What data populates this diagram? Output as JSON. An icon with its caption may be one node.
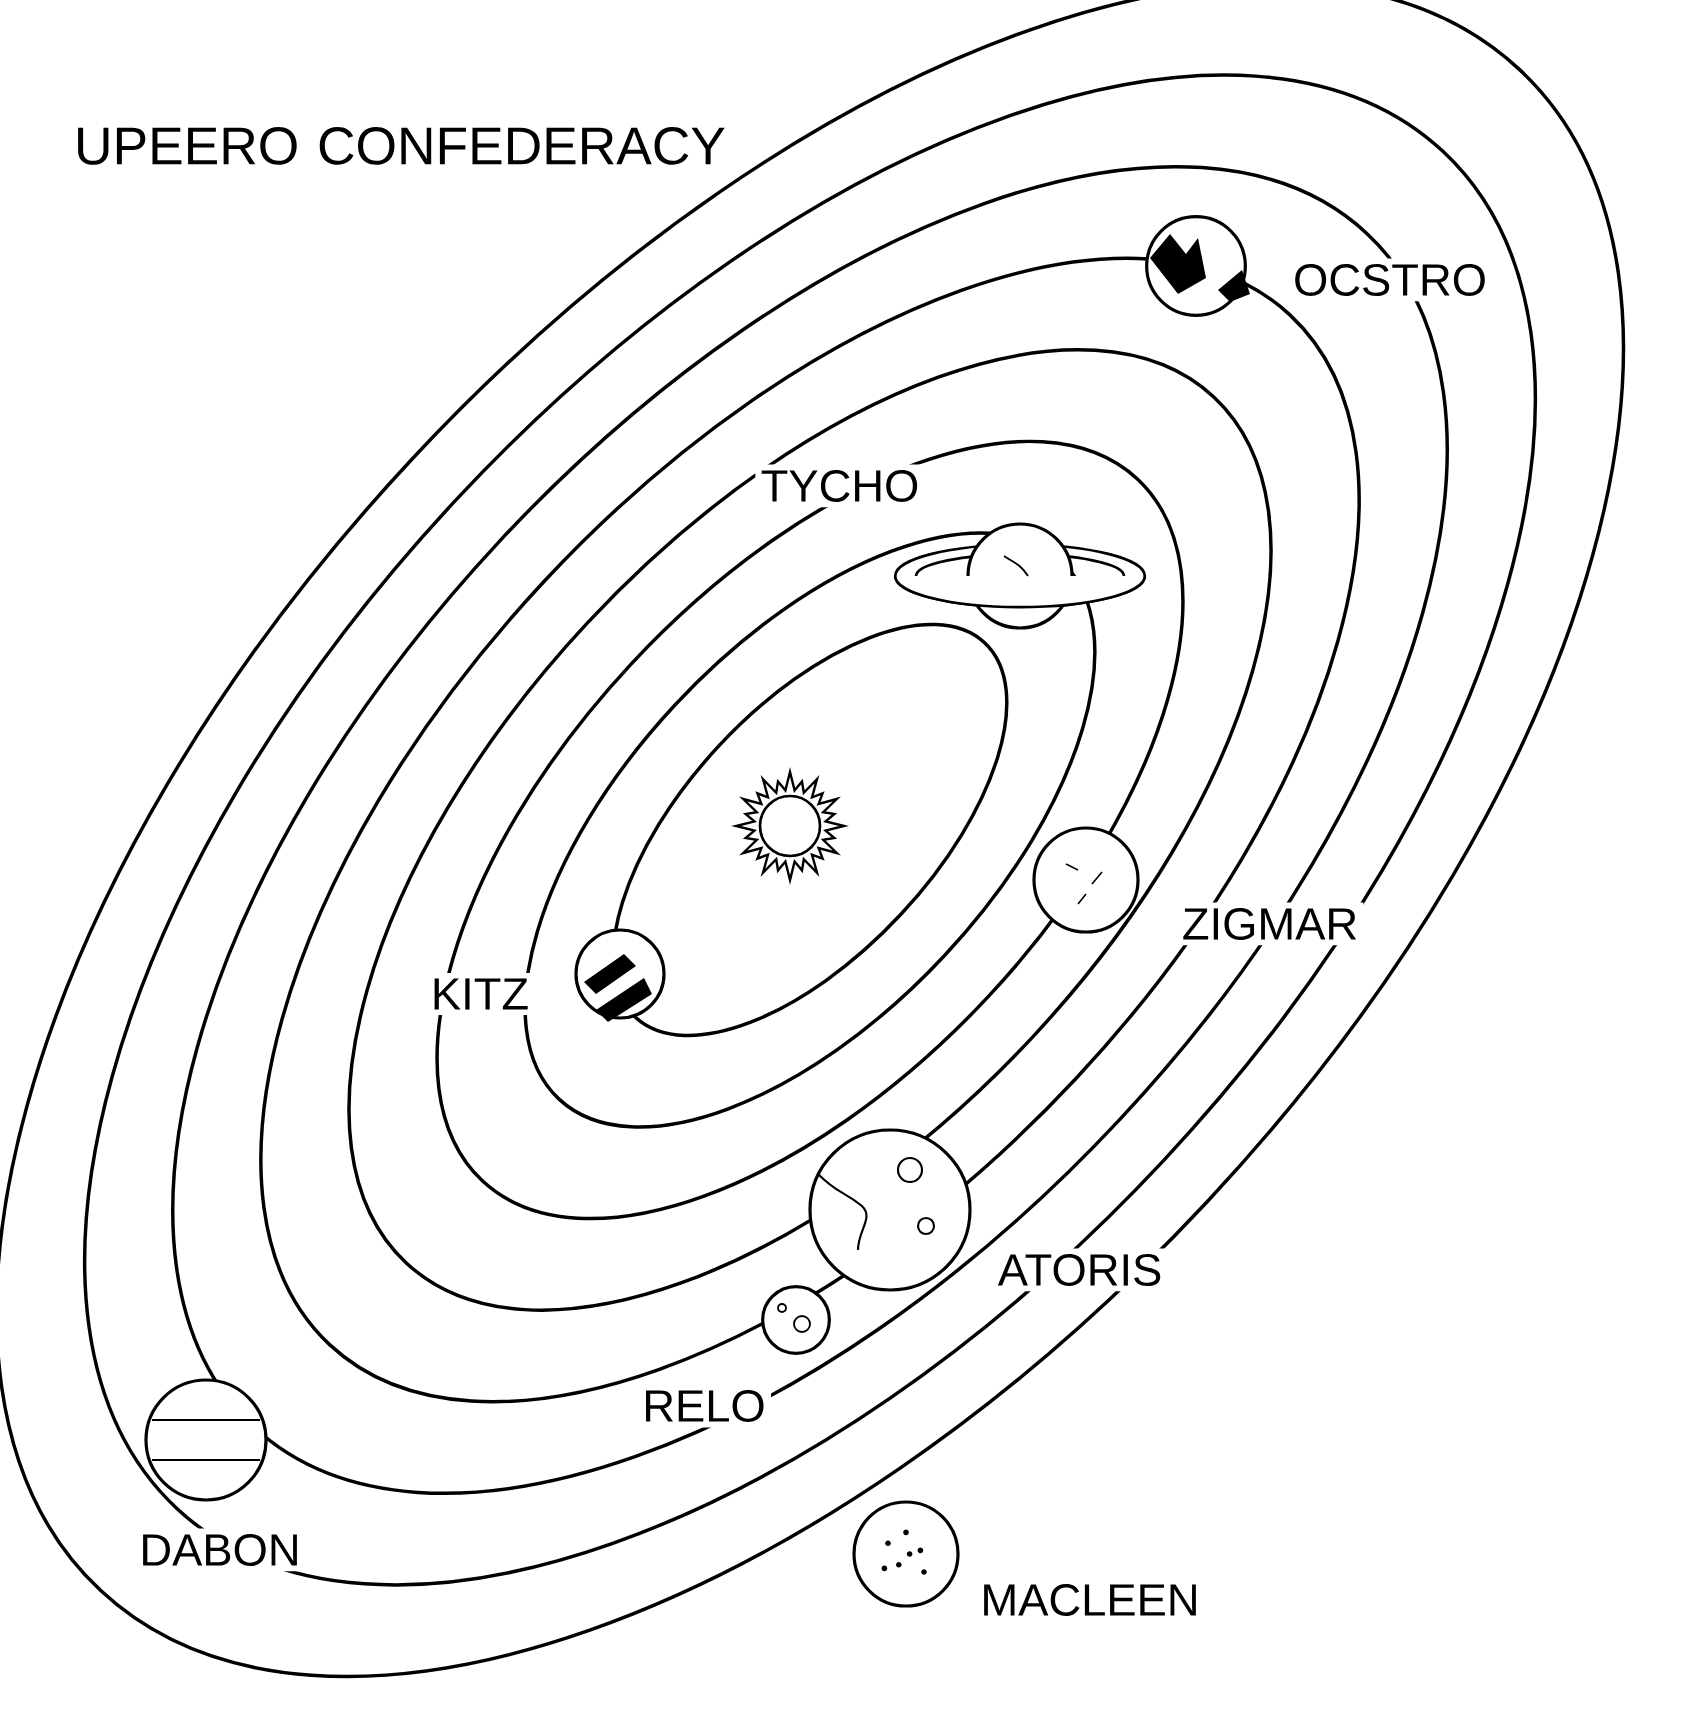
{
  "diagram": {
    "title": "UPEERO CONFEDERACY",
    "nodes": [
      {
        "text": [],
        "shape": "circle",
        "beside": [
          "OCSTRO"
        ]
      },
      {
        "text": [],
        "shape": "circle",
        "beside": [
          "TYCHO"
        ]
      },
      {
        "text": [],
        "shape": "circle",
        "beside": [
          "ZIGMAR"
        ]
      },
      {
        "text": [],
        "shape": "circle",
        "beside": [
          "KITZ"
        ]
      },
      {
        "text": [],
        "shape": "circle",
        "beside": [
          "ATORIS"
        ]
      },
      {
        "text": [],
        "shape": "circle",
        "beside": [
          "RELO"
        ]
      },
      {
        "text": [],
        "shape": "circle",
        "beside": [
          "DABON"
        ]
      },
      {
        "text": [],
        "shape": "circle",
        "beside": [
          "MACLEEN"
        ]
      }
    ]
  }
}
